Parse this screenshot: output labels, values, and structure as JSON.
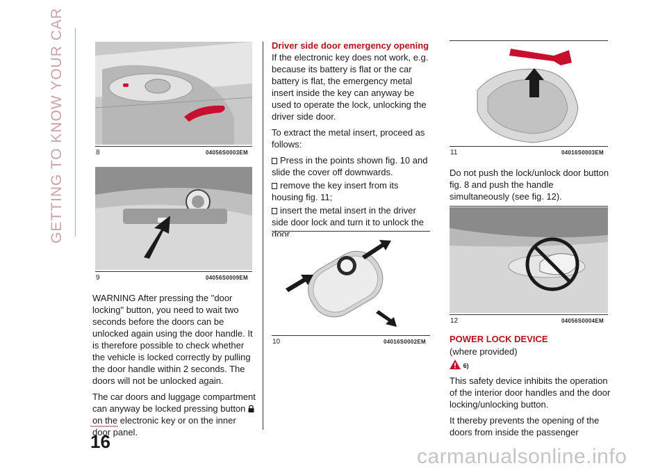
{
  "side_title": "GETTING TO KNOW YOUR CAR",
  "page_number": "16",
  "watermark": "carmanualsonline.info",
  "accent_color": "#b5121b",
  "figures": {
    "fig8": {
      "num": "8",
      "code": "04056S0003EM"
    },
    "fig9": {
      "num": "9",
      "code": "04056S0009EM"
    },
    "fig10": {
      "num": "10",
      "code": "04016S0002EM"
    },
    "fig11": {
      "num": "11",
      "code": "04016S0003EM"
    },
    "fig12": {
      "num": "12",
      "code": "04056S0004EM"
    }
  },
  "col1": {
    "warning": "WARNING After pressing the \"door locking\" button, you need to wait two seconds before the doors can be unlocked again using the door handle. It is therefore possible to check whether the vehicle is locked correctly by pulling the door handle within 2 seconds. The doors will not be unlocked again.",
    "para2_a": "The car doors and luggage compartment can anyway be locked pressing button",
    "para2_b": "on the electronic key or on the inner door panel."
  },
  "col2": {
    "heading": "Driver side door emergency opening",
    "p1": "If the electronic key does not work, e.g. because its battery is flat or the car battery is flat, the emergency metal insert inside the key can anyway be used to operate the lock, unlocking the driver side door.",
    "p2": "To extract the metal insert, proceed as follows:",
    "b1": "Press in the points shown fig. 10 and slide the cover off downwards.",
    "b2": "remove the key insert from its housing fig. 11;",
    "b3": "insert the metal insert in the driver side door lock and turn it to unlock the door."
  },
  "col3": {
    "p1": "Do not push the lock/unlock door button fig. 8 and push the handle simultaneously (see fig. 12).",
    "heading": "POWER LOCK DEVICE",
    "sub": "(where provided)",
    "warn_ref": "6)",
    "p2": "This safety device inhibits the operation of the interior door handles and the door locking/unlocking button.",
    "p3": "It thereby prevents the opening of the doors from inside the passenger"
  }
}
